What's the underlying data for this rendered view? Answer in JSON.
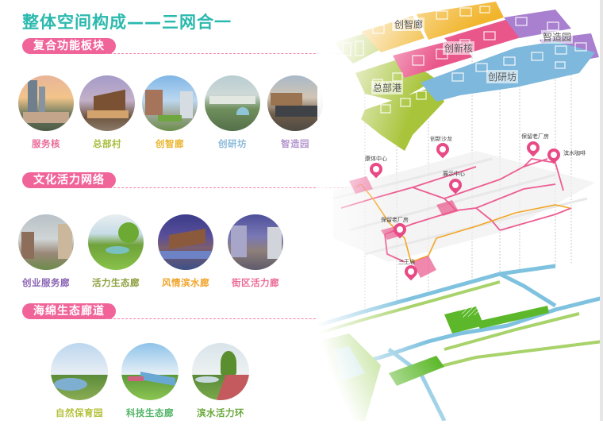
{
  "title": "整体空间构成——三网合一",
  "colors": {
    "title": "#2bb9ae",
    "pill": "#f0649a",
    "dash": "#f27fab",
    "district_green": "#a8c43a",
    "district_yellow": "#f1b52c",
    "district_pink": "#e9568a",
    "district_purple": "#a980d0",
    "district_blue": "#7eb8dc",
    "route_pink": "#ec5d92",
    "route_orange": "#f3a623",
    "water": "#7fc2df",
    "eco_green": "#5cb82a"
  },
  "sections": [
    {
      "label": "复合功能板块",
      "items": [
        {
          "label": "服务核",
          "color": "#e96b98",
          "image": "high-rise-service-core-at-sunset"
        },
        {
          "label": "总部村",
          "color": "#a7bd3c",
          "image": "headquarters-village-street"
        },
        {
          "label": "创智廊",
          "color": "#eab62e",
          "image": "innovation-corridor-plaza"
        },
        {
          "label": "创研坊",
          "color": "#8ab9d9",
          "image": "research-workshop-terraces"
        },
        {
          "label": "智造园",
          "color": "#b598cf",
          "image": "smart-manufacturing-park"
        }
      ]
    },
    {
      "label": "文化活力网络",
      "items": [
        {
          "label": "创业服务廊",
          "color": "#8a63b3",
          "image": "startup-service-corridor"
        },
        {
          "label": "活力生态廊",
          "color": "#8ca03e",
          "image": "ecological-park-pond"
        },
        {
          "label": "风情滨水廊",
          "color": "#f0a42a",
          "image": "waterfront-dusk-buildings"
        },
        {
          "label": "街区活力廊",
          "color": "#ec6b97",
          "image": "block-vitality-street-night"
        }
      ]
    },
    {
      "label": "海绵生态廊道",
      "items": [
        {
          "label": "自然保育园",
          "color": "#b5c23f",
          "image": "nature-reserve-lake"
        },
        {
          "label": "科技生态廊",
          "color": "#52b567",
          "image": "tech-ecological-river"
        },
        {
          "label": "滨水活力环",
          "color": "#68a83a",
          "image": "waterfront-bike-path"
        }
      ]
    }
  ],
  "map": {
    "district_labels": [
      {
        "label": "创智廊"
      },
      {
        "label": "创新核"
      },
      {
        "label": "智造园"
      },
      {
        "label": "总部港"
      },
      {
        "label": "创研坊"
      }
    ],
    "poi_labels": [
      {
        "label": "创新沙龙"
      },
      {
        "label": "保留老厂房"
      },
      {
        "label": "康体中心"
      },
      {
        "label": "滨水咖啡"
      },
      {
        "label": "展示中心"
      },
      {
        "label": "保留老厂房"
      },
      {
        "label": "三王庙"
      }
    ]
  }
}
